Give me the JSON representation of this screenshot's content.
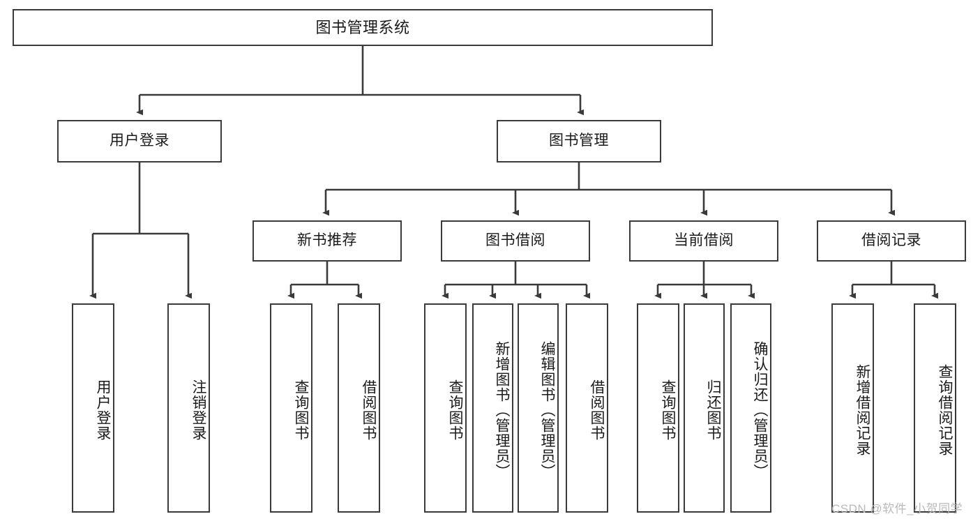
{
  "diagram": {
    "type": "tree-hierarchy",
    "title": "图书管理系统",
    "root": {
      "label": "图书管理系统"
    },
    "level2": [
      {
        "id": "user-login",
        "label": "用户登录"
      },
      {
        "id": "book-manage",
        "label": "图书管理"
      }
    ],
    "level3": [
      {
        "id": "new-book-rec",
        "label": "新书推荐"
      },
      {
        "id": "book-borrow",
        "label": "图书借阅"
      },
      {
        "id": "current-borrow",
        "label": "当前借阅"
      },
      {
        "id": "borrow-record",
        "label": "借阅记录"
      }
    ],
    "leaves": {
      "user_login": [
        {
          "id": "leaf-user-login",
          "label": "用户登录"
        },
        {
          "id": "leaf-logout",
          "label": "注销登录"
        }
      ],
      "new_book_rec": [
        {
          "id": "leaf-query-book-1",
          "label": "查询图书"
        },
        {
          "id": "leaf-borrow-book-1",
          "label": "借阅图书"
        }
      ],
      "book_borrow": [
        {
          "id": "leaf-query-book-2",
          "label": "查询图书"
        },
        {
          "id": "leaf-add-book",
          "label": "新增图书（管理员）"
        },
        {
          "id": "leaf-edit-book",
          "label": "编辑图书（管理员）"
        },
        {
          "id": "leaf-borrow-book-2",
          "label": "借阅图书"
        }
      ],
      "current_borrow": [
        {
          "id": "leaf-query-book-3",
          "label": "查询图书"
        },
        {
          "id": "leaf-return-book",
          "label": "归还图书"
        },
        {
          "id": "leaf-confirm-return",
          "label": "确认归还（管理员）"
        }
      ],
      "borrow_record": [
        {
          "id": "leaf-add-record",
          "label": "新增借阅记录"
        },
        {
          "id": "leaf-query-record",
          "label": "查询借阅记录"
        }
      ]
    }
  },
  "watermark": {
    "text": "CSDN @软件_小贺同学"
  },
  "colors": {
    "stroke": "#3a3a3a",
    "background": "#ffffff",
    "text": "#1a1a1a",
    "watermark": "#b9b9b9"
  }
}
